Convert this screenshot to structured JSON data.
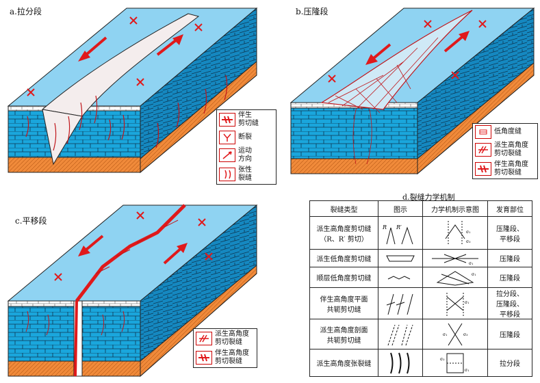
{
  "panels": {
    "a": {
      "label": "a.拉分段"
    },
    "b": {
      "label": "b.压隆段"
    },
    "c": {
      "label": "c.平移段"
    },
    "d": {
      "label": "d.裂缝力学机制"
    }
  },
  "legend_a": [
    {
      "icon": "red-cross-icon",
      "text": "伴生\n剪切缝"
    },
    {
      "icon": "y-fracture-icon",
      "text": "断裂"
    },
    {
      "icon": "motion-arrow-icon",
      "text": "运动\n方向"
    },
    {
      "icon": "tension-fracture-icon",
      "text": "张性\n裂缝"
    }
  ],
  "legend_b": [
    {
      "icon": "low-angle-icon",
      "text": "低角度缝"
    },
    {
      "icon": "derived-high-angle-icon",
      "text": "派生高角度\n剪切裂缝"
    },
    {
      "icon": "red-cross-icon",
      "text": "伴生高角度\n剪切裂缝"
    }
  ],
  "legend_c": [
    {
      "icon": "derived-high-angle-icon",
      "text": "派生高角度\n剪切裂缝"
    },
    {
      "icon": "red-cross-icon",
      "text": "伴生高角度\n剪切裂缝"
    }
  ],
  "table": {
    "headers": [
      "裂缝类型",
      "图示",
      "力学机制示意图",
      "发育部位"
    ],
    "rows": [
      {
        "type": "派生高角度剪切缝\n（R、R′ 剪切）",
        "location": "压隆段、\n平移段",
        "h": 48
      },
      {
        "type": "派生低角度剪切缝",
        "location": "压隆段",
        "h": 26
      },
      {
        "type": "顺层低角度剪切缝",
        "location": "压隆段",
        "h": 30
      },
      {
        "type": "伴生高角度平面\n共轭剪切缝",
        "location": "拉分段、\n压隆段、\n平移段",
        "h": 44
      },
      {
        "type": "派生高角度剖面\n共轭剪切缝",
        "location": "压隆段",
        "h": 44
      },
      {
        "type": "派生高角度张裂缝",
        "location": "拉分段",
        "h": 40
      }
    ]
  },
  "glyphs": {
    "R": "R",
    "R_prime": "R′",
    "sigma1": "σ₁",
    "sigma3": "σ₃"
  },
  "colors": {
    "sky": "#8fd3f2",
    "brick": "#1aa6dc",
    "brick_dark": "#0f6fa6",
    "orange": "#f08a3a",
    "fault_red": "#e0191b"
  }
}
